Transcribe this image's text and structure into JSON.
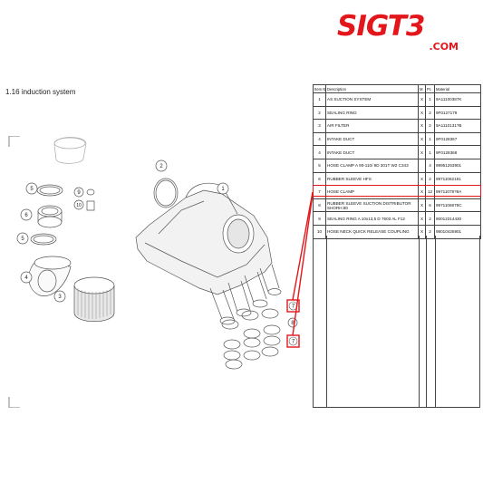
{
  "logo": {
    "main": "SIGT3",
    "sub": ".COM"
  },
  "section": {
    "number": "1.16",
    "title": "induction system"
  },
  "table": {
    "headers": {
      "pos": "Item No.",
      "description": "Description",
      "marker": "M",
      "qty": "Pc",
      "material": "Material"
    },
    "rows": [
      {
        "pos": "1",
        "description": "AS SUCTION SYSTEM",
        "marker": "X",
        "qty": "1",
        "material": "9A11100387K"
      },
      {
        "pos": "2",
        "description": "SEALING RING",
        "marker": "X",
        "qty": "2",
        "material": "9F0127179"
      },
      {
        "pos": "3",
        "description": "AIR FILTER",
        "marker": "X",
        "qty": "2",
        "material": "9A1110131?B"
      },
      {
        "pos": "4",
        "description": "INTAKE DUCT",
        "marker": "X",
        "qty": "1",
        "material": "9F0128367"
      },
      {
        "pos": "4",
        "description": "INTAKE DUCT",
        "marker": "X",
        "qty": "1",
        "material": "9F0128368"
      },
      {
        "pos": "5",
        "description": "HOSE CLAMP A 90-110/ 9D 301T W2 C343",
        "marker": "",
        "qty": "4",
        "material": "99951253901"
      },
      {
        "pos": "6",
        "description": "RUBBER SLEEVE HFS",
        "marker": "X",
        "qty": "2",
        "material": "99711062191"
      },
      {
        "pos": "7",
        "description": "HOSE CLAMP",
        "marker": "X",
        "qty": "12",
        "material": "99711079?8A"
      },
      {
        "pos": "8",
        "description": "RUBBER SLEEVE SUCTION DISTRIBUTOR SHORH.80",
        "marker": "X",
        "qty": "6",
        "material": "9971106878C"
      },
      {
        "pos": "9",
        "description": "SEALING RING A 10x13,5 D 7603 AL F12",
        "marker": "X",
        "qty": "2",
        "material": "90012314430"
      },
      {
        "pos": "10",
        "description": "HOSE NECK QUICK RELEASE COUPLING",
        "marker": "X",
        "qty": "2",
        "material": "98010425901"
      }
    ],
    "highlight_row": 7
  },
  "diagram": {
    "callouts": [
      "1",
      "2",
      "3",
      "4",
      "5",
      "5",
      "6",
      "7",
      "7",
      "8",
      "9",
      "10"
    ],
    "highlight_color": "#e3161b"
  }
}
